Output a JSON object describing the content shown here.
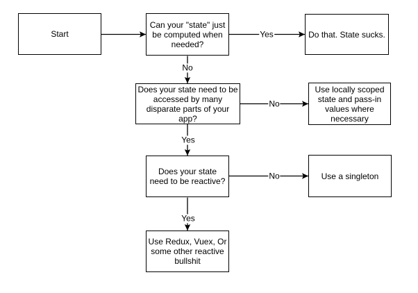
{
  "diagram": {
    "nodes": {
      "start": {
        "label": "Start"
      },
      "q_computed": {
        "label": "Can your \"state\" just be computed when needed?"
      },
      "do_that": {
        "label": "Do that. State sucks."
      },
      "q_disparate": {
        "label": "Does your state need to be accessed by many disparate parts of your app?"
      },
      "locally_scoped": {
        "label": "Use locally scoped state and pass-in values where necessary"
      },
      "q_reactive": {
        "label": "Does your state need to be reactive?"
      },
      "singleton": {
        "label": "Use a singleton"
      },
      "redux": {
        "label": "Use Redux, Vuex, Or some other reactive bullshit"
      }
    },
    "edges": {
      "computed_yes": {
        "label": "Yes"
      },
      "computed_no": {
        "label": "No"
      },
      "disparate_no": {
        "label": "No"
      },
      "disparate_yes": {
        "label": "Yes"
      },
      "reactive_no": {
        "label": "No"
      },
      "reactive_yes": {
        "label": "Yes"
      }
    },
    "colors": {
      "stroke": "#000000",
      "fill": "#ffffff",
      "text": "#000000",
      "background": "#ffffff"
    }
  }
}
